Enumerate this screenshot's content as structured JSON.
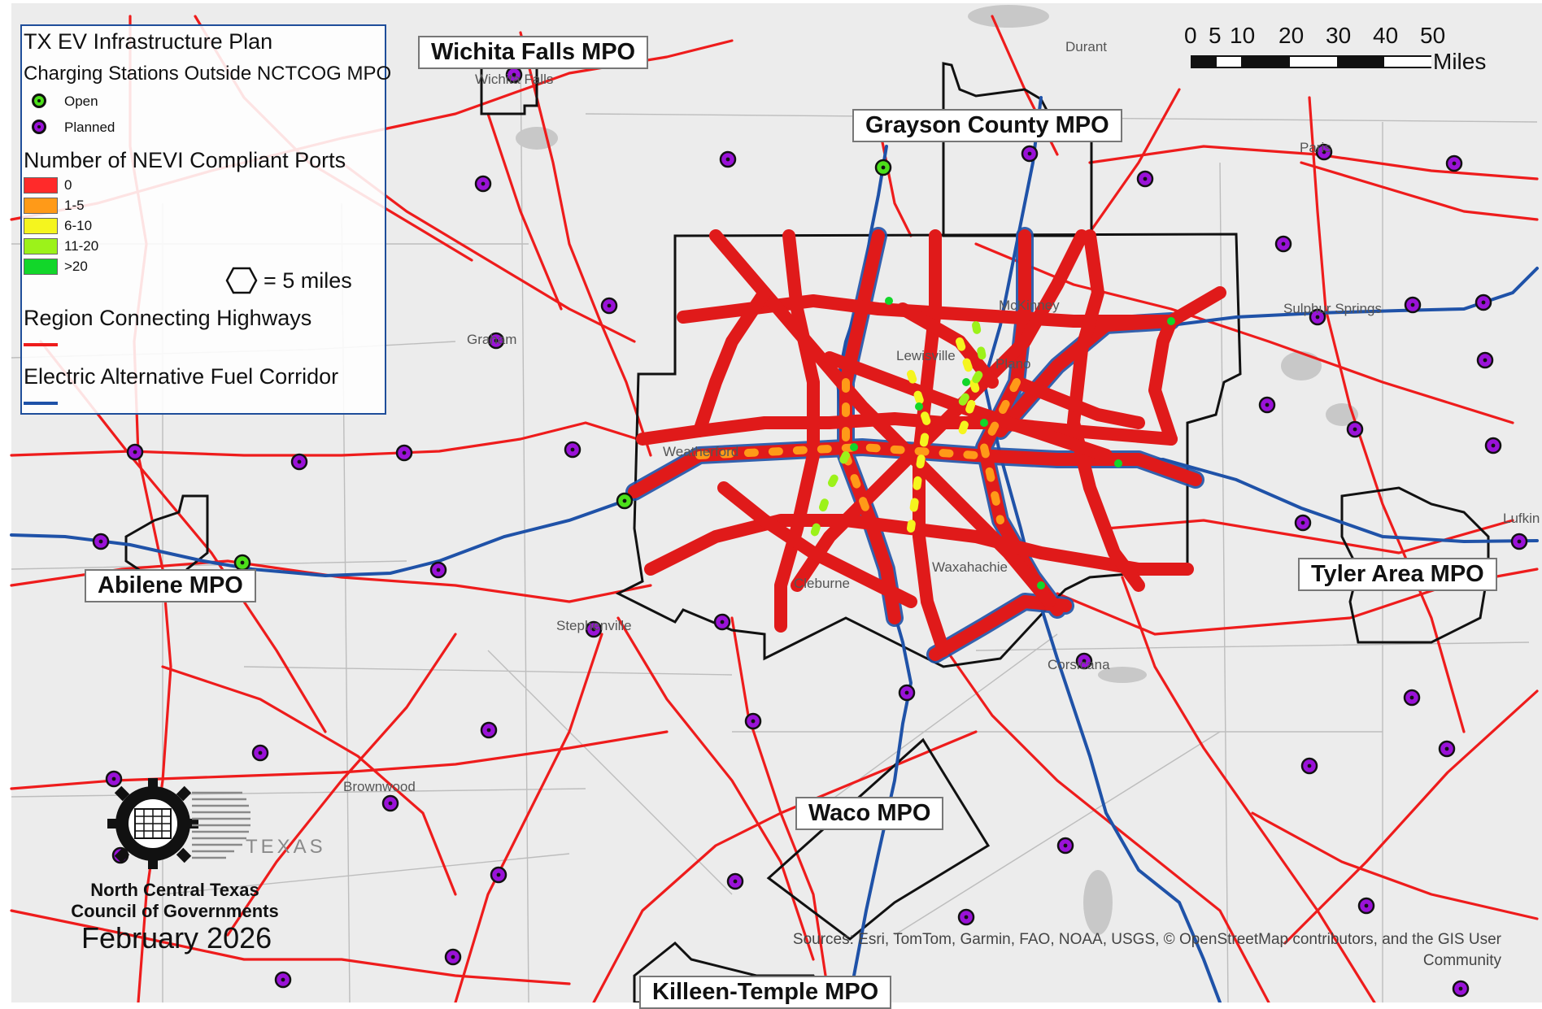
{
  "legend": {
    "title": "TX EV Infrastructure Plan",
    "stations_heading": "Charging Stations Outside NCTCOG MPO",
    "open_label": "Open",
    "planned_label": "Planned",
    "ports_heading": "Number of NEVI Compliant Ports",
    "port_classes": [
      {
        "label": "0",
        "color": "#ff2a2a"
      },
      {
        "label": "1-5",
        "color": "#ff9a18"
      },
      {
        "label": "6-10",
        "color": "#f5f51e"
      },
      {
        "label": "11-20",
        "color": "#9cf21a"
      },
      {
        "label": ">20",
        "color": "#12d62a"
      }
    ],
    "hex_note": "= 5 miles",
    "highways_label": "Region Connecting Highways",
    "corridor_label": "Electric Alternative Fuel Corridor"
  },
  "colors": {
    "highway": "#ee1c1c",
    "corridor": "#1f52a8",
    "open_station": "#4ce01a",
    "planned_station": "#9a12d8",
    "mpo_boundary": "#111111",
    "land": "#ececec"
  },
  "scale_bar": {
    "ticks": [
      "0",
      "5",
      "10",
      "20",
      "30",
      "40",
      "50"
    ],
    "unit": "Miles"
  },
  "mpo_labels": [
    {
      "id": "wichita",
      "text": "Wichita Falls MPO"
    },
    {
      "id": "grayson",
      "text": "Grayson County MPO"
    },
    {
      "id": "abilene",
      "text": "Abilene MPO"
    },
    {
      "id": "tyler",
      "text": "Tyler Area MPO"
    },
    {
      "id": "waco",
      "text": "Waco MPO"
    },
    {
      "id": "killeen",
      "text": "Killeen-Temple MPO"
    }
  ],
  "towns": [
    "Durant",
    "Wichita Falls",
    "Graham",
    "Weatherford",
    "Stephenville",
    "Cleburne",
    "Waxahachie",
    "Corsicana",
    "Sulphur Springs",
    "Brownwood",
    "Lewisville",
    "Plano",
    "McKinney",
    "Paris",
    "Lufkin"
  ],
  "credits": "Sources: Esri, TomTom, Garmin, FAO, NOAA, USGS, © OpenStreetMap contributors, and the GIS User Community",
  "org": {
    "logo_text": "TEXAS",
    "name_line1": "North Central Texas",
    "name_line2": "Council of Governments"
  },
  "date": "February 2026"
}
